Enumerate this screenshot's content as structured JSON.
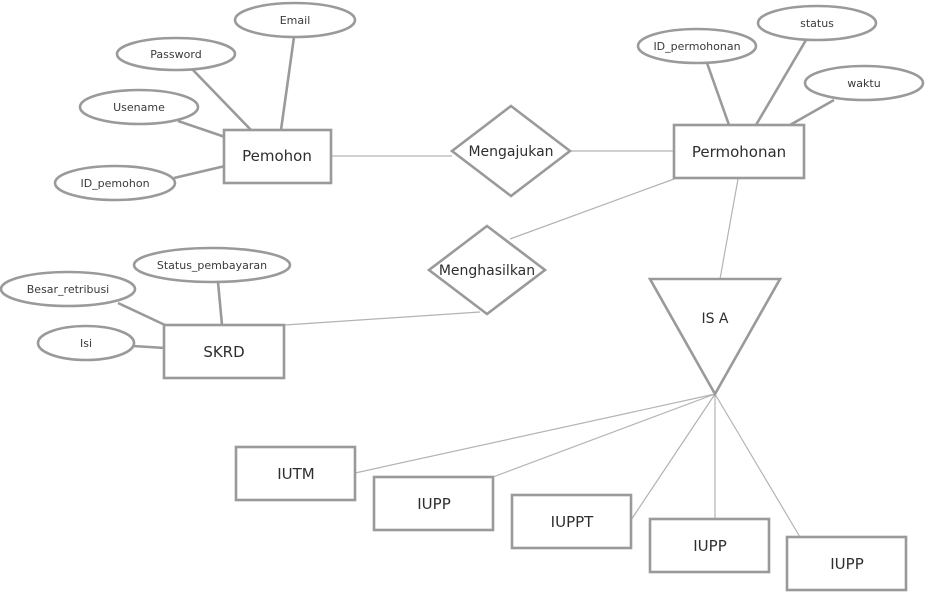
{
  "entities": {
    "pemohon": "Pemohon",
    "permohonan": "Permohonan",
    "skrd": "SKRD",
    "iutm": "IUTM",
    "iupp_1": "IUPP",
    "iuppt": "IUPPT",
    "iupp_2": "IUPP",
    "iupp_3": "IUPP"
  },
  "relationships": {
    "mengajukan": "Mengajukan",
    "menghasilkan": "Menghasilkan",
    "isa": "IS A"
  },
  "attributes": {
    "email": "Email",
    "password": "Password",
    "usename": "Usename",
    "id_pemohon": "ID_pemohon",
    "id_permohonan": "ID_permohonan",
    "status": "status",
    "waktu": "waktu",
    "status_pembayaran": "Status_pembayaran",
    "besar_retribusi": "Besar_retribusi",
    "isi": "Isi"
  },
  "colors": {
    "stroke": "#9a9a9a",
    "text": "#2e2e2e"
  }
}
